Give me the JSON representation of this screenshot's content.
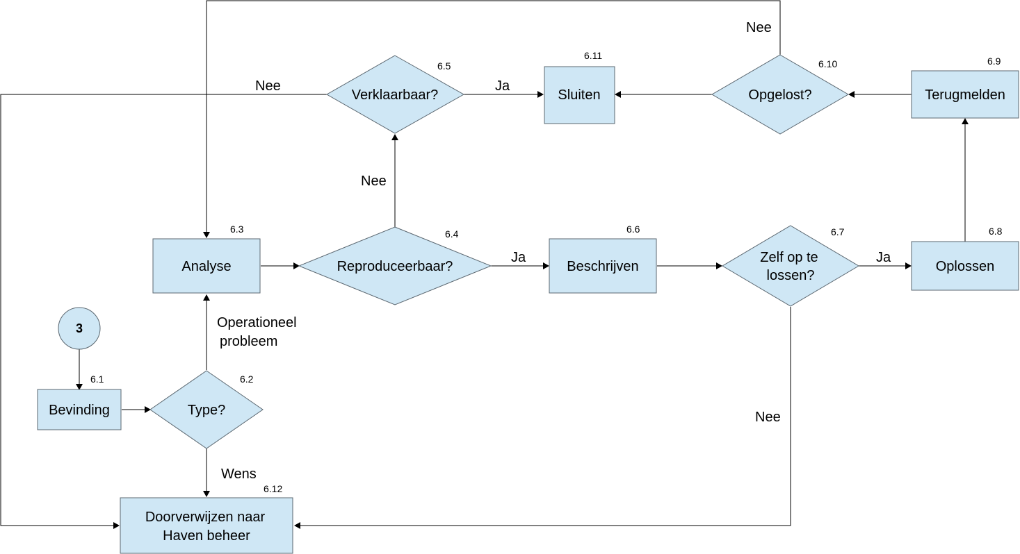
{
  "colors": {
    "node_fill": "#cfe7f5",
    "node_stroke": "#5b6770",
    "line": "#000000"
  },
  "start": {
    "label": "3"
  },
  "nodes": {
    "bevinding": {
      "label": "Bevinding",
      "num": "6.1"
    },
    "type": {
      "label": "Type?",
      "num": "6.2"
    },
    "analyse": {
      "label": "Analyse",
      "num": "6.3"
    },
    "reproduceerbaar": {
      "label": "Reproduceerbaar?",
      "num": "6.4"
    },
    "verklaarbaar": {
      "label": "Verklaarbaar?",
      "num": "6.5"
    },
    "beschrijven": {
      "label": "Beschrijven",
      "num": "6.6"
    },
    "zelf": {
      "line1": "Zelf op te",
      "line2": "lossen?",
      "num": "6.7"
    },
    "oplossen": {
      "label": "Oplossen",
      "num": "6.8"
    },
    "terugmelden": {
      "label": "Terugmelden",
      "num": "6.9"
    },
    "opgelost": {
      "label": "Opgelost?",
      "num": "6.10"
    },
    "sluiten": {
      "label": "Sluiten",
      "num": "6.11"
    },
    "doorverwijzen": {
      "line1": "Doorverwijzen naar",
      "line2": "Haven beheer",
      "num": "6.12"
    }
  },
  "edge_labels": {
    "operationeel_line1": "Operationeel",
    "operationeel_line2": "probleem",
    "wens": "Wens",
    "repro_ja": "Ja",
    "repro_nee": "Nee",
    "verklaar_ja": "Ja",
    "verklaar_nee": "Nee",
    "zelf_ja": "Ja",
    "zelf_nee": "Nee",
    "opgelost_nee": "Nee"
  }
}
